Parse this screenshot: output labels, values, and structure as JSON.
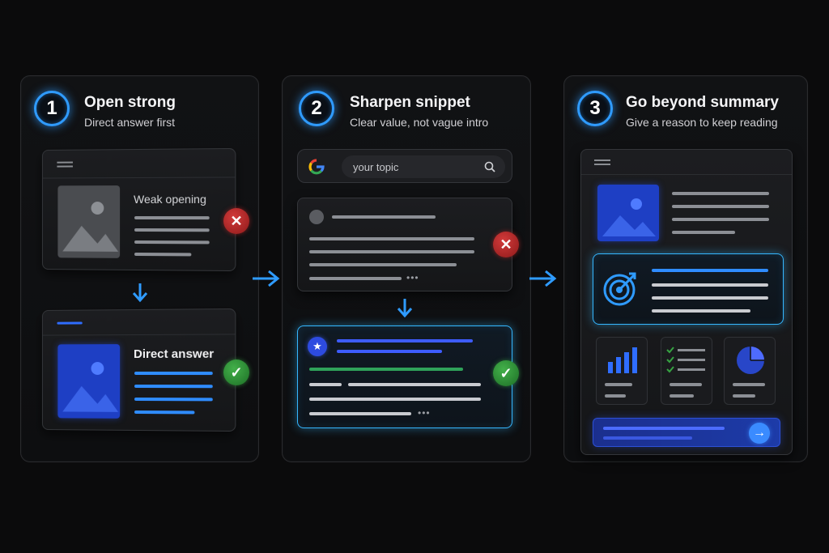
{
  "steps": [
    {
      "number": "1",
      "title": "Open strong",
      "subtitle": "Direct answer first"
    },
    {
      "number": "2",
      "title": "Sharpen snippet",
      "subtitle": "Clear value, not vague intro"
    },
    {
      "number": "3",
      "title": "Go beyond summary",
      "subtitle": "Give a reason to keep reading"
    }
  ],
  "panel1": {
    "bad_label": "Weak opening",
    "good_label": "Direct answer",
    "bad_status": "✕",
    "good_status": "✓"
  },
  "panel2": {
    "search_placeholder": "your topic",
    "google_letter": "G",
    "bad_status": "✕",
    "good_status": "✓",
    "more": "•••"
  },
  "panel3": {
    "cta_arrow": "→"
  },
  "icons": {
    "arrow": "right-arrow-icon",
    "down": "down-arrow-icon",
    "search": "search-icon",
    "target": "target-icon",
    "bar_chart": "bar-chart-icon",
    "checklist": "checklist-icon",
    "pie": "pie-chart-icon",
    "star": "star-icon",
    "image": "image-icon"
  },
  "colors": {
    "accent": "#2f9bff",
    "bad": "#c62f2f",
    "good": "#36a342",
    "indigo": "#3d5cff"
  }
}
